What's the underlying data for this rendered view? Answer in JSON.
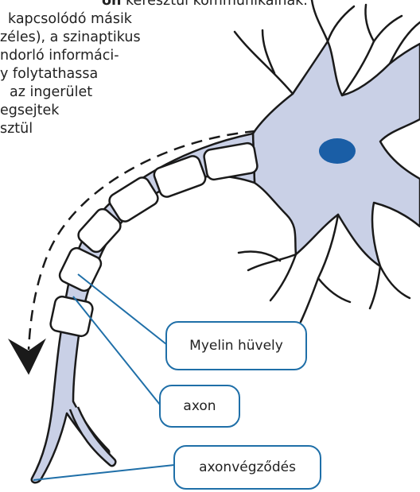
{
  "paragraph": {
    "line1_strong": "on",
    "line1_rest": " keresztül kommunikálnak.",
    "line2": "kapcsolódó másik",
    "line3": "zéles), a szinaptikus",
    "line4": "ndorló informáci-",
    "line5": "y folytathassa",
    "line6": "az ingerület",
    "line7": "egsejtek",
    "line8": "sztül"
  },
  "callouts": {
    "myelin": "Myelin hüvely",
    "axon": "axon",
    "terminal": "axonvégződés"
  },
  "colors": {
    "cell_fill": "#c9d0e6",
    "nucleus": "#1a5ea6",
    "leader_line": "#1f6fa8",
    "outline": "#1a1a1a"
  }
}
